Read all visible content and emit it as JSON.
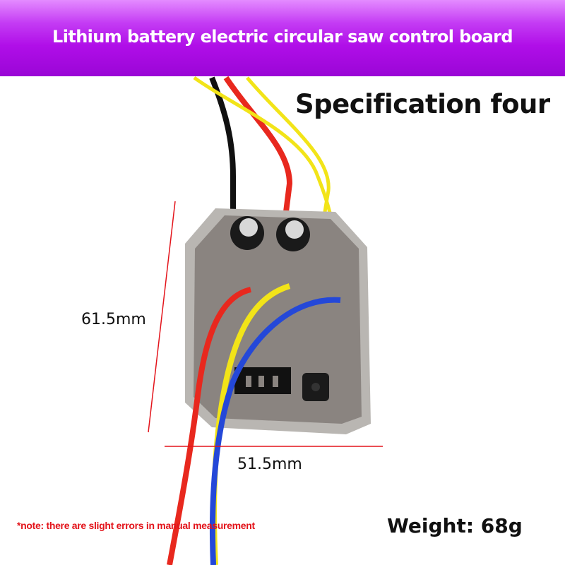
{
  "header": {
    "title": "Lithium battery electric circular saw control board",
    "gradient_top": "#e48bff",
    "gradient_bottom": "#9a06d6"
  },
  "product": {
    "variant_label": "Specification four",
    "height_label": "61.5mm",
    "width_label": "51.5mm",
    "weight_label": "Weight: 68g",
    "note": "*note: there are slight errors in manual measurement"
  },
  "colors": {
    "measure_line": "#e3141b",
    "note_text": "#e3141b",
    "board_fill": "#8a8480",
    "board_rim": "#b9b6b2",
    "wire_red": "#e8281e",
    "wire_yellow": "#f2e418",
    "wire_blue": "#2448d8",
    "wire_black": "#111111"
  }
}
